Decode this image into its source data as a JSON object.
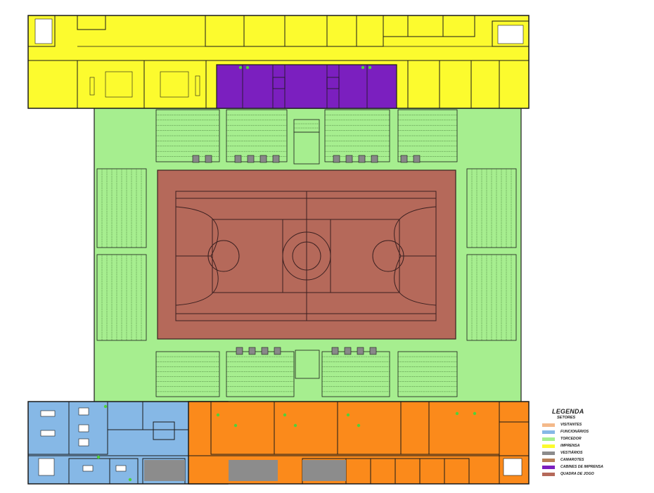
{
  "colors": {
    "outline": "#1a1a1a",
    "court": "#b5695a",
    "court_border": "#3a2020",
    "seating": "#a6ee8f",
    "seat_row": "#8cd478",
    "stair": "#888888",
    "green_dot": "#4fd23a"
  },
  "legend": {
    "title": "LEGENDA",
    "subtitle": "SETORES",
    "items": [
      {
        "label": "VISITANTES",
        "color": "#f4b98a"
      },
      {
        "label": "FUNCIONÁRIOS",
        "color": "#86b8e6"
      },
      {
        "label": "TORCEDOR",
        "color": "#a6ee8f"
      },
      {
        "label": "IMPRENSA",
        "color": "#fcfb2e"
      },
      {
        "label": "VESTIÁRIOS",
        "color": "#8c8c8c"
      },
      {
        "label": "CAMAROTES",
        "color": "#b77e56"
      },
      {
        "label": "CABINES DE IMPRENSA",
        "color": "#7b1fbf"
      },
      {
        "label": "QUADRA DE JOGO",
        "color": "#b5695a"
      }
    ]
  },
  "zones": {
    "imprensa": "#fcfb2e",
    "cabines": "#7b1fbf",
    "torcedor": "#a6ee8f",
    "funcionarios": "#86b8e6",
    "vestiarios": "#fb8a1b",
    "camarotes": "#8c8c8c"
  }
}
